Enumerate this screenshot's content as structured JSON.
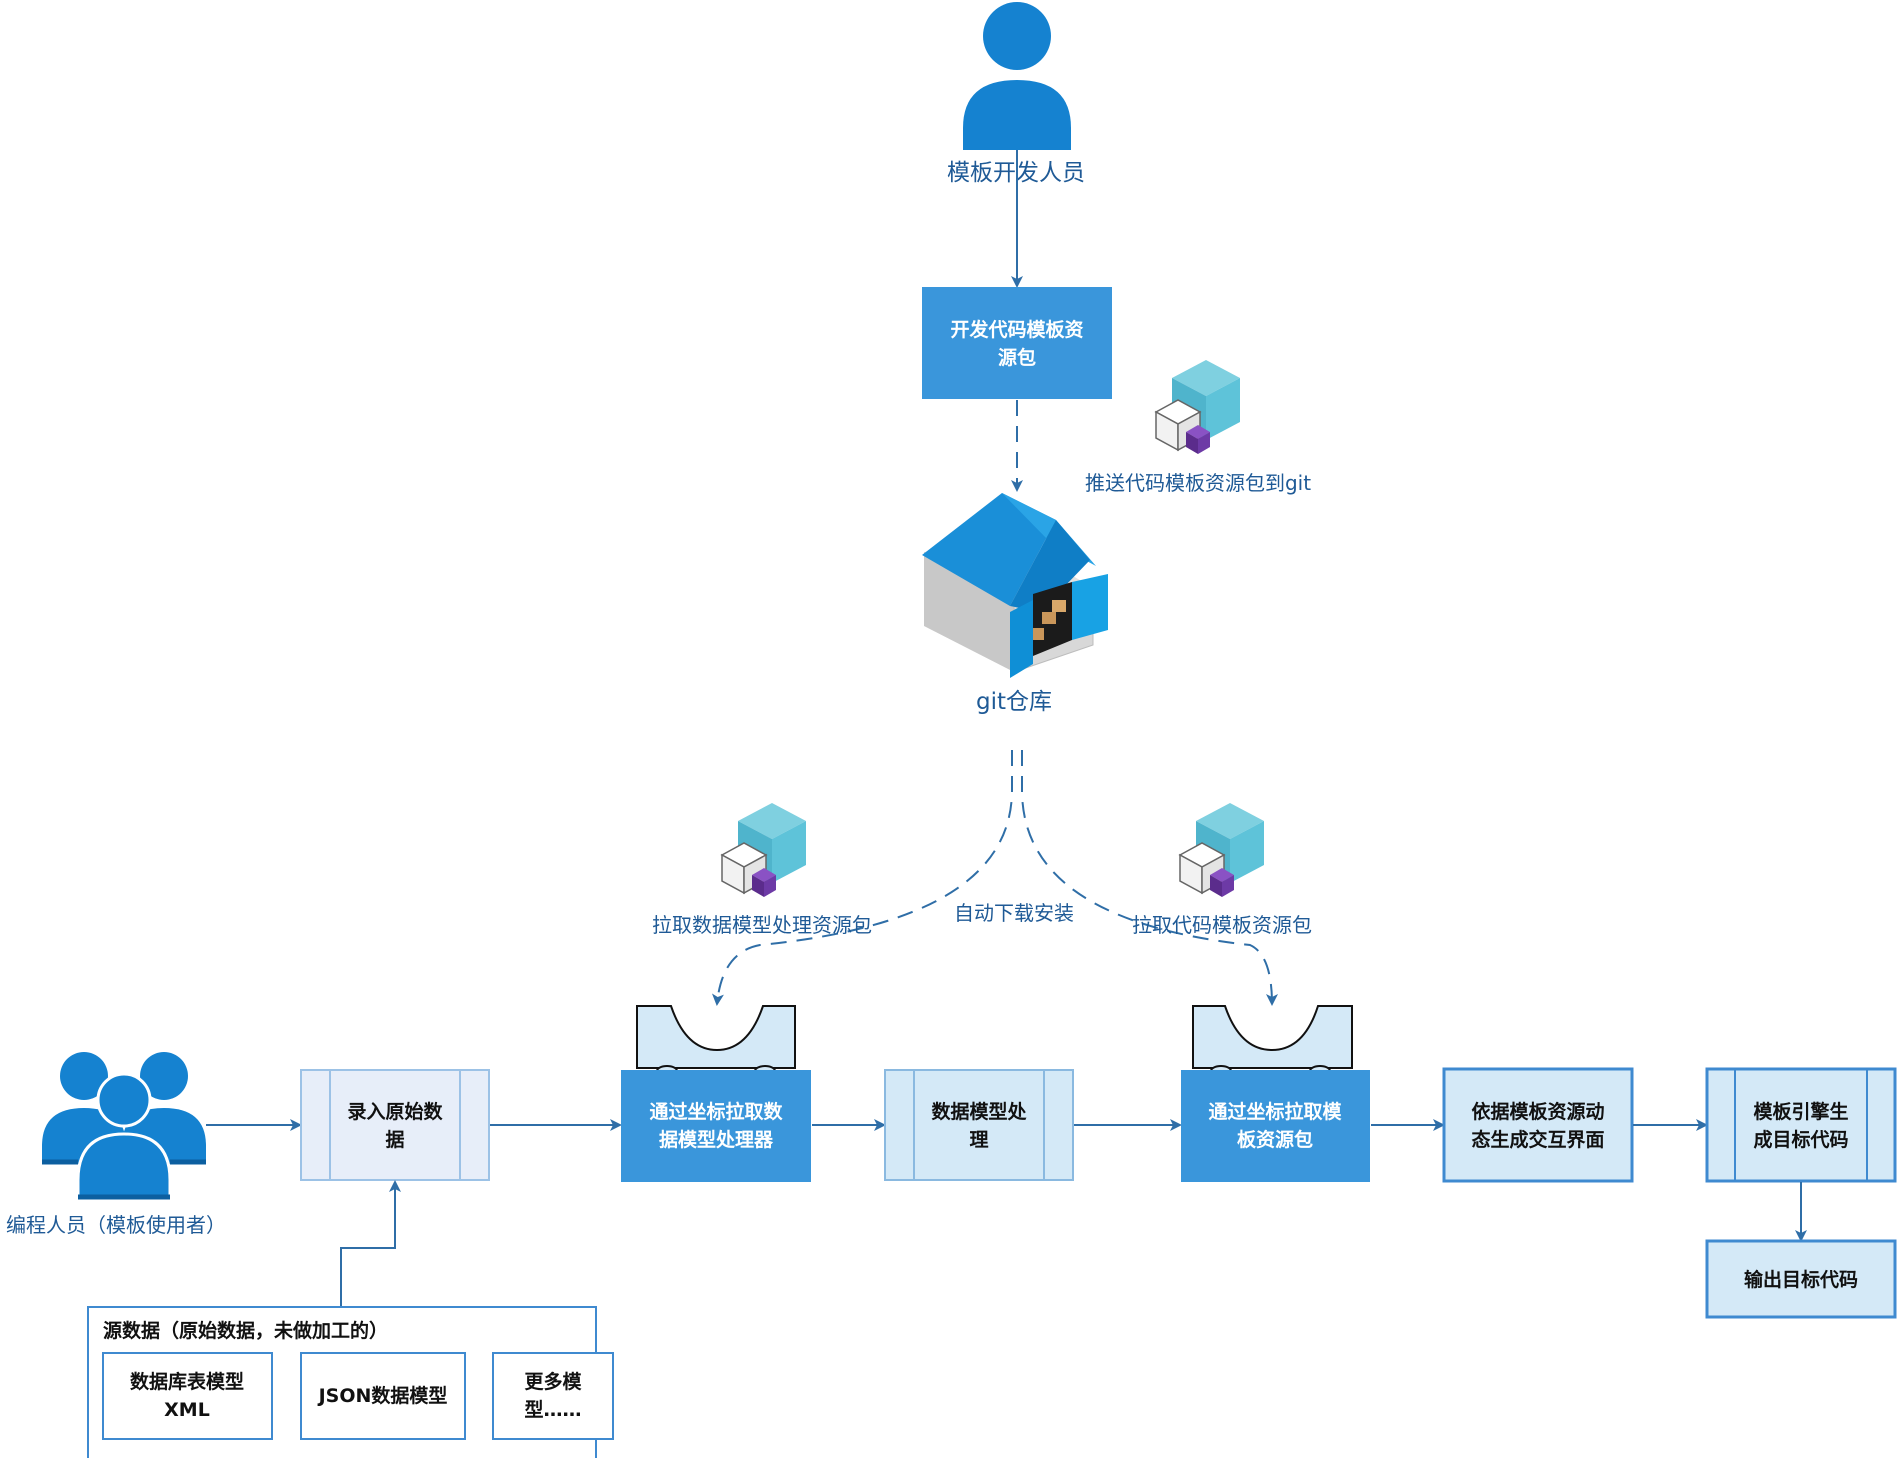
{
  "actors": {
    "template_developer": "模板开发人员",
    "programmer": "编程人员（模板使用者）"
  },
  "nodes": {
    "dev_package": [
      "开发代码模板资",
      "源包"
    ],
    "git_repo": "git仓库",
    "input_raw": [
      "录入原始数",
      "据"
    ],
    "pull_processor": [
      "通过坐标拉取数",
      "据模型处理器"
    ],
    "model_process": [
      "数据模型处",
      "理"
    ],
    "pull_template": [
      "通过坐标拉取模",
      "板资源包"
    ],
    "dynamic_ui": [
      "依据模板资源动",
      "态生成交互界面"
    ],
    "engine_generate": [
      "模板引擎生",
      "成目标代码"
    ],
    "output_code": "输出目标代码"
  },
  "edge_labels": {
    "push_git": "推送代码模板资源包到git",
    "pull_data_pkg": "拉取数据模型处理资源包",
    "auto_install": "自动下载安装",
    "pull_template_pkg": "拉取代码模板资源包"
  },
  "source_data": {
    "title": "源数据（原始数据，未做加工的）",
    "items": [
      [
        "数据库表模型",
        "XML"
      ],
      [
        "JSON数据模型"
      ],
      [
        "更多模",
        "型……"
      ]
    ]
  },
  "colors": {
    "primary_blue": "#3a96db",
    "light_blue": "#d4e9f7",
    "border_blue": "#3f8ad0",
    "icon_blue": "#1582d0",
    "line_blue": "#2f6ea7",
    "label_blue": "#1f5a96"
  }
}
